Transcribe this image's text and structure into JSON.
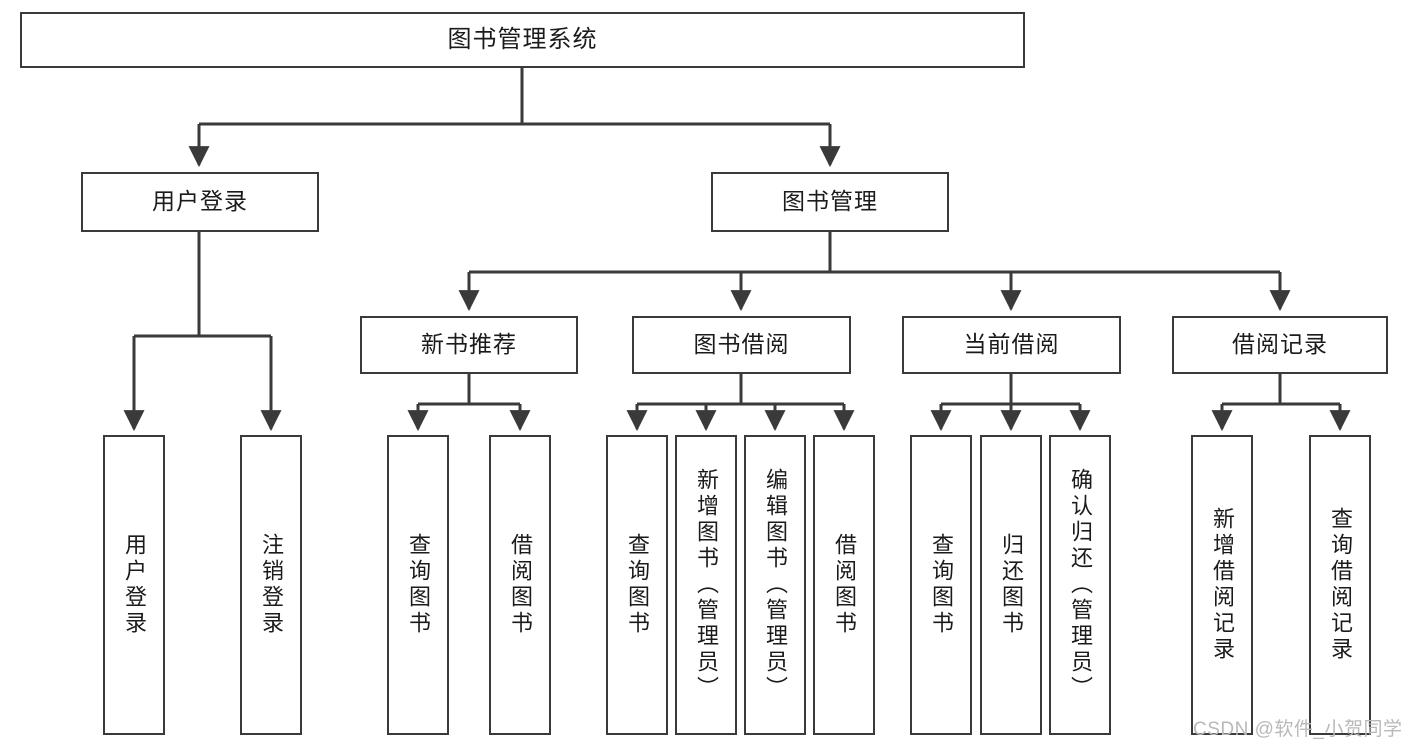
{
  "diagram": {
    "type": "tree-hierarchy-chart",
    "title": "图书管理系统",
    "background_color": "#ffffff",
    "box_border_color": "#3a3a3a",
    "connector_color": "#3a3a3a",
    "text_color": "#1b1b1b",
    "root": {
      "label": "图书管理系统"
    },
    "level2": [
      {
        "label": "用户登录"
      },
      {
        "label": "图书管理"
      }
    ],
    "level3": [
      {
        "label": "新书推荐"
      },
      {
        "label": "图书借阅"
      },
      {
        "label": "当前借阅"
      },
      {
        "label": "借阅记录"
      }
    ],
    "leaves": {
      "user_login": [
        {
          "label": "用户登录"
        },
        {
          "label": "注销登录"
        }
      ],
      "new_book_recommend": [
        {
          "label": "查询图书"
        },
        {
          "label": "借阅图书"
        }
      ],
      "book_borrow": [
        {
          "label": "查询图书"
        },
        {
          "label": "新增图书（管理员）"
        },
        {
          "label": "编辑图书（管理员）"
        },
        {
          "label": "借阅图书"
        }
      ],
      "current_borrow": [
        {
          "label": "查询图书"
        },
        {
          "label": "归还图书"
        },
        {
          "label": "确认归还（管理员）"
        }
      ],
      "borrow_record": [
        {
          "label": "新增借阅记录"
        },
        {
          "label": "查询借阅记录"
        }
      ]
    }
  },
  "watermark": {
    "text": "CSDN @软件_小贺同学"
  }
}
